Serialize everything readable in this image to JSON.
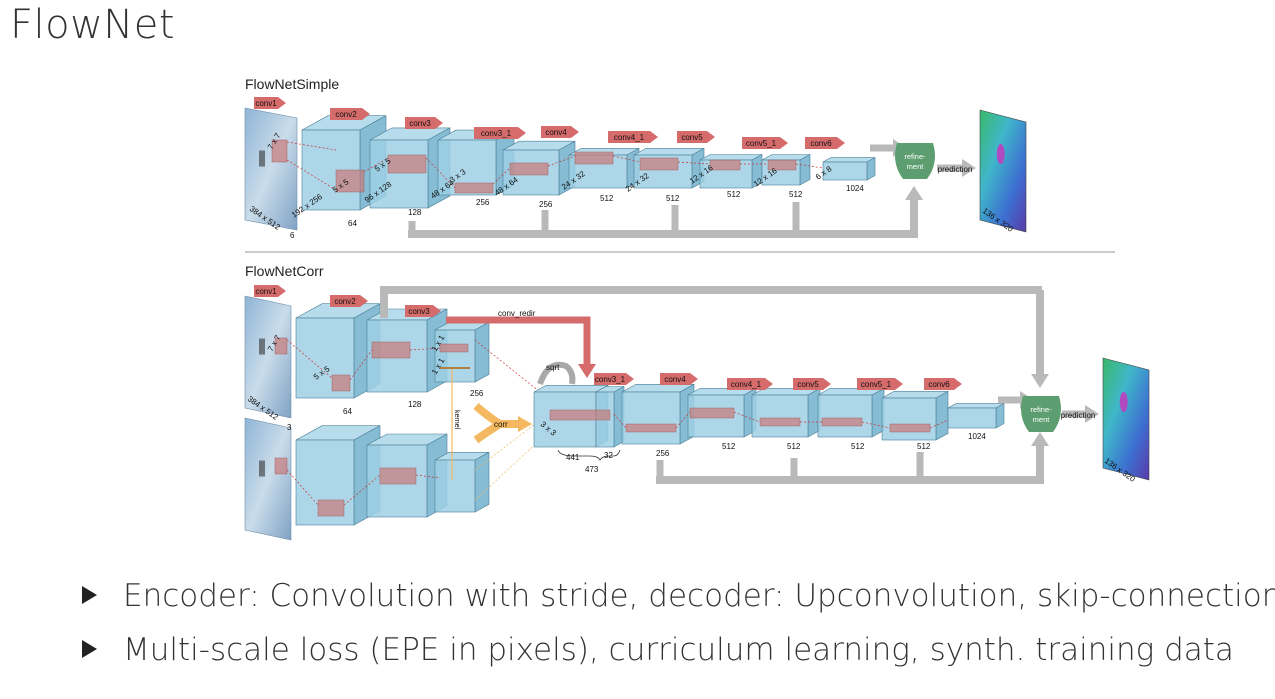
{
  "title": "FlowNet",
  "simple": {
    "label": "FlowNetSimple",
    "conv_labels": [
      "conv1",
      "conv2",
      "conv3",
      "conv3_1",
      "conv4",
      "conv4_1",
      "conv5",
      "conv5_1",
      "conv6"
    ],
    "kernel_labels": [
      "7 x 7",
      "5 x 5",
      "5 x 5",
      "3 x 3"
    ],
    "size_labels": [
      "384 x 512",
      "192 x 256",
      "96 x 128",
      "48 x 64",
      "48 x 64",
      "24 x 32",
      "24 x 32",
      "12 x 16",
      "12 x 16",
      "6 x 8",
      "136 x 320"
    ],
    "channel_labels": [
      "6",
      "64",
      "128",
      "256",
      "256",
      "512",
      "512",
      "512",
      "512",
      "1024"
    ],
    "refinement": "refine-\nment",
    "prediction": "prediction"
  },
  "corr": {
    "label": "FlowNetCorr",
    "conv_labels": [
      "conv1",
      "conv2",
      "conv3",
      "conv_redir",
      "conv3_1",
      "conv4",
      "conv4_1",
      "conv5",
      "conv5_1",
      "conv6"
    ],
    "kernel_labels": [
      "7 x 7",
      "5 x 5",
      "1 x 1",
      "1 x 1",
      "3 x 3"
    ],
    "size_labels": [
      "384 x 512",
      "136 x 320"
    ],
    "channel_labels": [
      "3",
      "64",
      "128",
      "256",
      "256",
      "512",
      "512",
      "512",
      "512",
      "1024"
    ],
    "sqrt": "sqrt",
    "kernel": "kernel",
    "corr": "corr",
    "brace_labels": [
      "441",
      "32",
      "473"
    ],
    "refinement": "refine-\nment",
    "prediction": "prediction"
  },
  "bullets": [
    "Encoder: Convolution with stride, decoder: Upconvolution, skip-connections",
    "Multi-scale loss (EPE in pixels), curriculum learning, synth. training data"
  ],
  "colors": {
    "block_face": "#9fd0e4",
    "block_edge": "#4a7f96",
    "arrow_red": "#d66b6b",
    "skip_gray": "#b9b9b9",
    "refine_green": "#5d9e71",
    "corr_orange": "#f4b860"
  }
}
